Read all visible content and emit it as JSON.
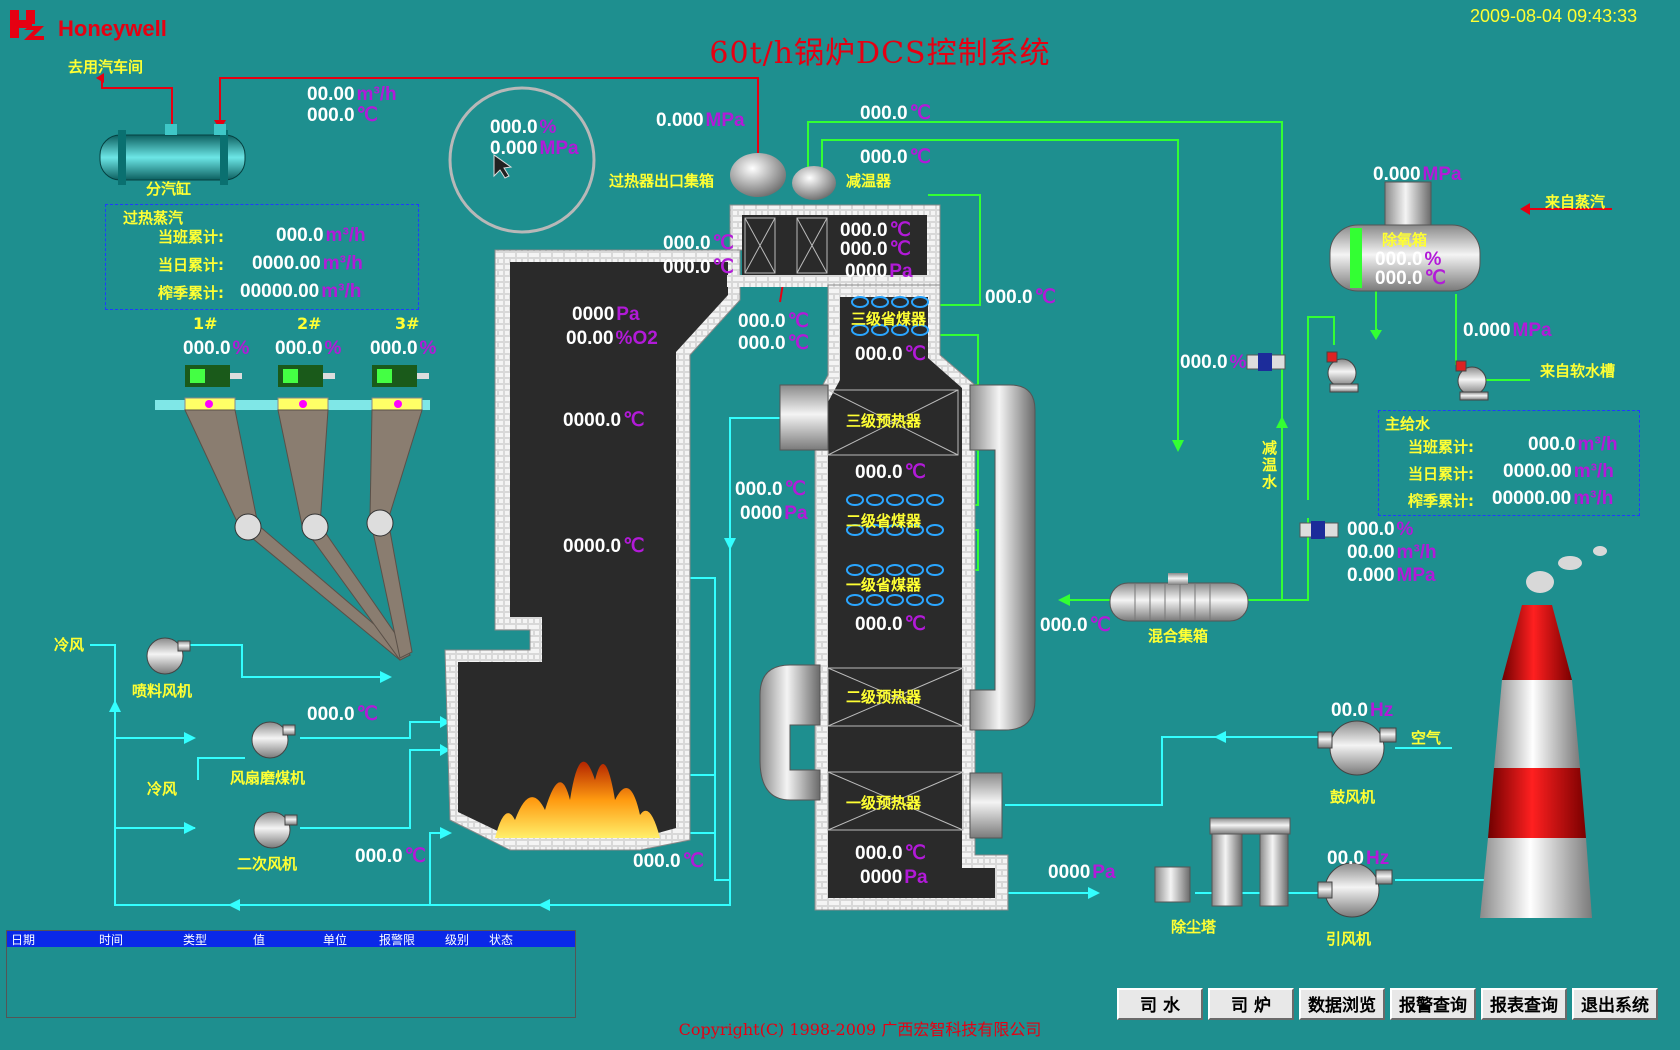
{
  "header": {
    "brand": "Honeywell",
    "title": "60t/h锅炉DCS控制系统",
    "datetime": "2009-08-04 09:43:33"
  },
  "copyright": "Copyright(C) 1998-2009 广西宏智科技有限公司",
  "steam_header": {
    "label": "分汽缸",
    "to_workshop": "去用汽车间",
    "flow": "00.00",
    "flow_unit": "m³/h",
    "temp": "000.0",
    "temp_unit": "℃"
  },
  "superheat_totals": {
    "title": "过热蒸汽",
    "shift_label": "当班累计:",
    "shift_value": "000.0",
    "day_label": "当日累计:",
    "day_value": "0000.00",
    "season_label": "榨季累计:",
    "season_value": "00000.00",
    "unit": "m³/h"
  },
  "gauge_circle": {
    "pct": "000.0",
    "pct_unit": "%",
    "press": "0.000",
    "press_unit": "MPa"
  },
  "superheater_outlet": {
    "label": "过热器出口集箱",
    "press": "0.000",
    "press_unit": "MPa"
  },
  "desuperheater": {
    "label": "减温器",
    "temp1": "000.0",
    "temp2": "000.0",
    "temp_unit": "℃"
  },
  "feeders": [
    {
      "name": "1#",
      "value": "000.0",
      "unit": "%"
    },
    {
      "name": "2#",
      "value": "000.0",
      "unit": "%"
    },
    {
      "name": "3#",
      "value": "000.0",
      "unit": "%"
    }
  ],
  "furnace": {
    "press": "0000",
    "press_unit": "Pa",
    "o2": "00.00",
    "o2_unit": "%O2",
    "temp_upper": "0000.0",
    "temp_lower": "0000.0",
    "temp_unit": "℃",
    "top_temp1": "000.0",
    "top_temp2": "000.0",
    "mid_temp1": "000.0",
    "mid_temp2": "000.0",
    "side_temp": "000.0",
    "side_press": "0000",
    "press_unit2": "Pa",
    "bottom_left_temp": "000.0",
    "bottom_right_temp": "000.0"
  },
  "backpass": {
    "top_temp1": "000.0",
    "top_temp2": "000.0",
    "top_press": "0000",
    "press_unit": "Pa",
    "eco3": "三级省煤器",
    "eco3_temp": "000.0",
    "ah3": "三级预热器",
    "ah3_temp": "000.0",
    "eco2": "二级省煤器",
    "eco1": "一级省煤器",
    "eco1_temp": "000.0",
    "ah2": "二级预热器",
    "ah1": "一级预热器",
    "outlet_temp": "000.0",
    "outlet_press": "0000",
    "right_temp": "000.0",
    "flue_press": "0000"
  },
  "desuper_water": {
    "label": "减温水",
    "valve_pct": "000.0",
    "pct_unit": "%"
  },
  "mixing_header": {
    "label": "混合集箱",
    "temp": "000.0"
  },
  "deaerator": {
    "label": "除氧箱",
    "press": "0.000",
    "press_unit": "MPa",
    "level": "000.0",
    "level_unit": "%",
    "temp": "000.0",
    "temp_unit": "℃",
    "steam_in": "来自蒸汽",
    "soft_water": "来自软水槽",
    "pump_press": "0.000"
  },
  "main_feedwater": {
    "title": "主给水",
    "shift_label": "当班累计:",
    "shift_value": "000.0",
    "day_label": "当日累计:",
    "day_value": "0000.00",
    "season_label": "榨季累计:",
    "season_value": "00000.00",
    "unit": "m³/h",
    "valve_pct": "000.0",
    "flow": "00.00",
    "flow_unit": "m³/h",
    "press": "0.000",
    "press_unit": "MPa"
  },
  "fans": {
    "cold_air1": "冷风",
    "spray_fan": "喷料风机",
    "cold_air2": "冷风",
    "mill_fan": "风扇磨煤机",
    "mill_temp": "000.0",
    "secondary_fan": "二次风机",
    "secondary_temp": "000.0",
    "blower": "鼓风机",
    "blower_freq": "00.0",
    "freq_unit": "Hz",
    "air": "空气",
    "dust": "除尘塔",
    "id_fan": "引风机",
    "id_freq": "00.0"
  },
  "alarm_table": {
    "columns": [
      "日期",
      "时间",
      "类型",
      "值",
      "单位",
      "报警限",
      "级别",
      "状态"
    ]
  },
  "nav": {
    "buttons": [
      "司 水",
      "司 炉",
      "数据浏览",
      "报警查询",
      "报表查询",
      "退出系统"
    ]
  },
  "colors": {
    "bg": "#1e8f8f",
    "title": "#e60012",
    "label": "#ffff33",
    "unit": "#b21ad8",
    "steam_line": "#33ff33",
    "water_line": "#33ffff",
    "red_line": "#e60012"
  }
}
